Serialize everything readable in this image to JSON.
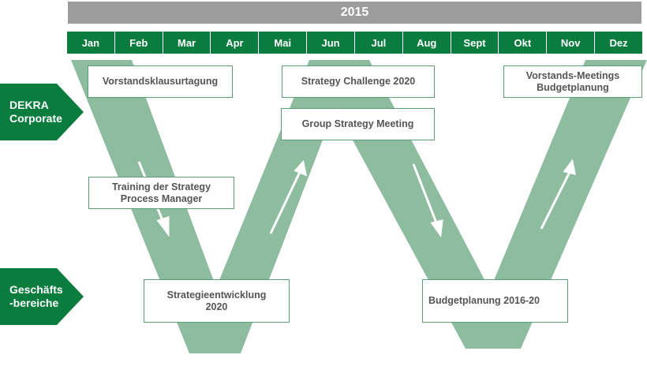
{
  "header": {
    "year": "2015",
    "months": [
      "Jan",
      "Feb",
      "Mar",
      "Apr",
      "Mai",
      "Jun",
      "Jul",
      "Aug",
      "Sept",
      "Okt",
      "Nov",
      "Dez"
    ]
  },
  "lanes": [
    {
      "label": "DEKRA\nCorporate"
    },
    {
      "label": "Geschäfts\n-bereiche"
    }
  ],
  "events": [
    {
      "label": "Vorstandsklausurtagung",
      "lane": "DEKRA Corporate"
    },
    {
      "label": "Strategy Challenge 2020",
      "lane": "DEKRA Corporate"
    },
    {
      "label": "Group Strategy Meeting",
      "lane": "DEKRA Corporate"
    },
    {
      "label": "Vorstands-Meetings\nBudgetplanung",
      "lane": "DEKRA Corporate"
    },
    {
      "label": "Training der Strategy\nProcess Manager",
      "lane": "transition"
    },
    {
      "label": "Strategieentwicklung\n2020",
      "lane": "Geschäftsbereiche"
    },
    {
      "label": "Budgetplanung 2016-20",
      "lane": "Geschäftsbereiche"
    }
  ],
  "colors": {
    "month_green": "#0a7d3e",
    "year_gray": "#9c9c9c",
    "band_green": "#8dbc9f",
    "box_border": "#5a9e78",
    "text_gray": "#555555"
  }
}
